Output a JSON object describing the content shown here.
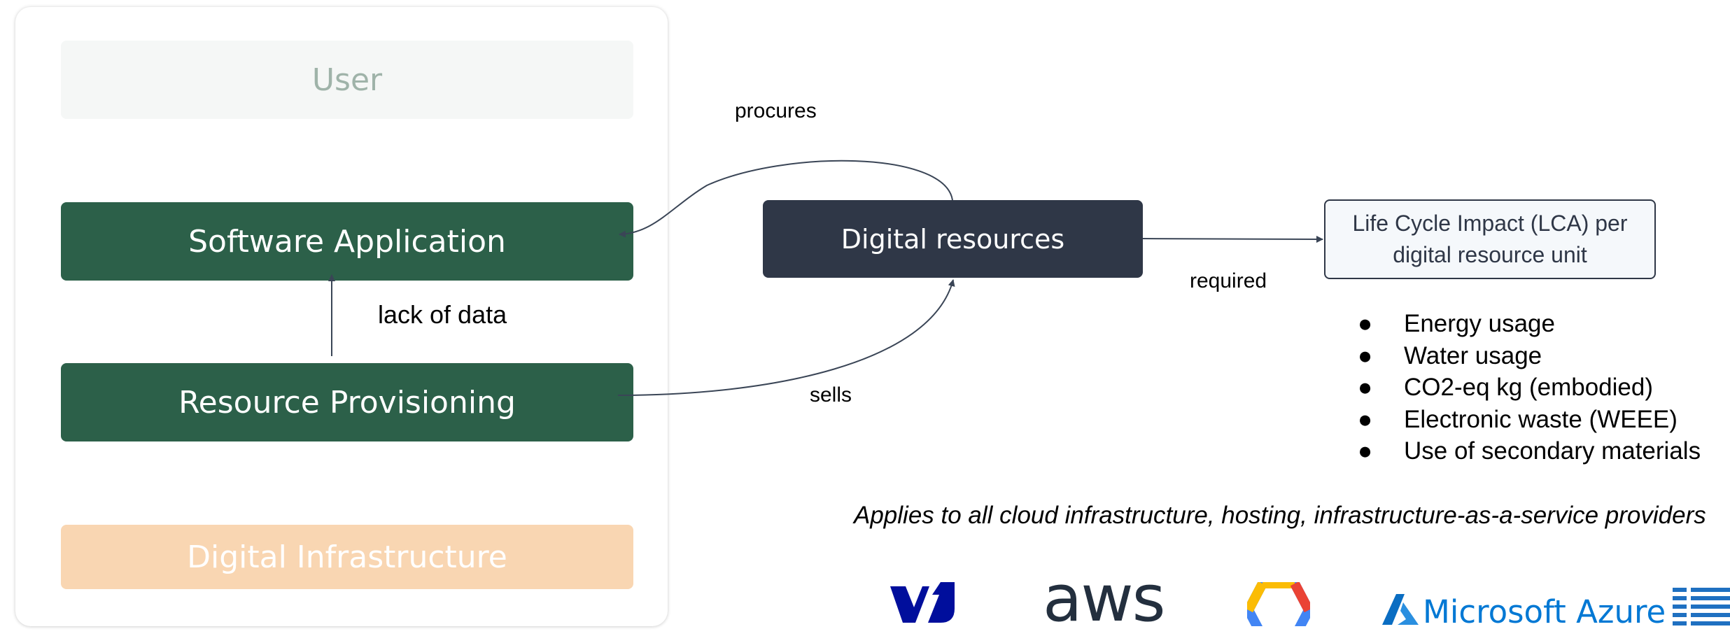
{
  "stack": {
    "layers": [
      {
        "label": "User"
      },
      {
        "label": "Software Application"
      },
      {
        "label": "Resource Provisioning"
      },
      {
        "label": "Digital Infrastructure"
      }
    ]
  },
  "nodes": {
    "digital_resources": "Digital resources",
    "lca": "Life Cycle Impact (LCA) per digital resource unit"
  },
  "edges": {
    "procures": "procures",
    "required": "required",
    "sells": "sells",
    "lack_of_data": "lack of data"
  },
  "metrics": {
    "bullet": "●",
    "items": [
      "Energy usage",
      "Water usage",
      "CO2-eq kg (embodied)",
      "Electronic waste (WEEE)",
      "Use of secondary materials"
    ]
  },
  "note": "Applies to all cloud infrastructure, hosting, infrastructure-as-a-service providers",
  "logos": {
    "ovh": "OVH",
    "aws": "aws",
    "google_cloud": "Google Cloud",
    "azure": "Microsoft Azure",
    "ibm": "IBM"
  },
  "colors": {
    "layer_green": "#2c6049",
    "dark_node": "#2f3747",
    "infra_peach": "#f9d6b2",
    "user_grey": "#f5f7f6"
  }
}
